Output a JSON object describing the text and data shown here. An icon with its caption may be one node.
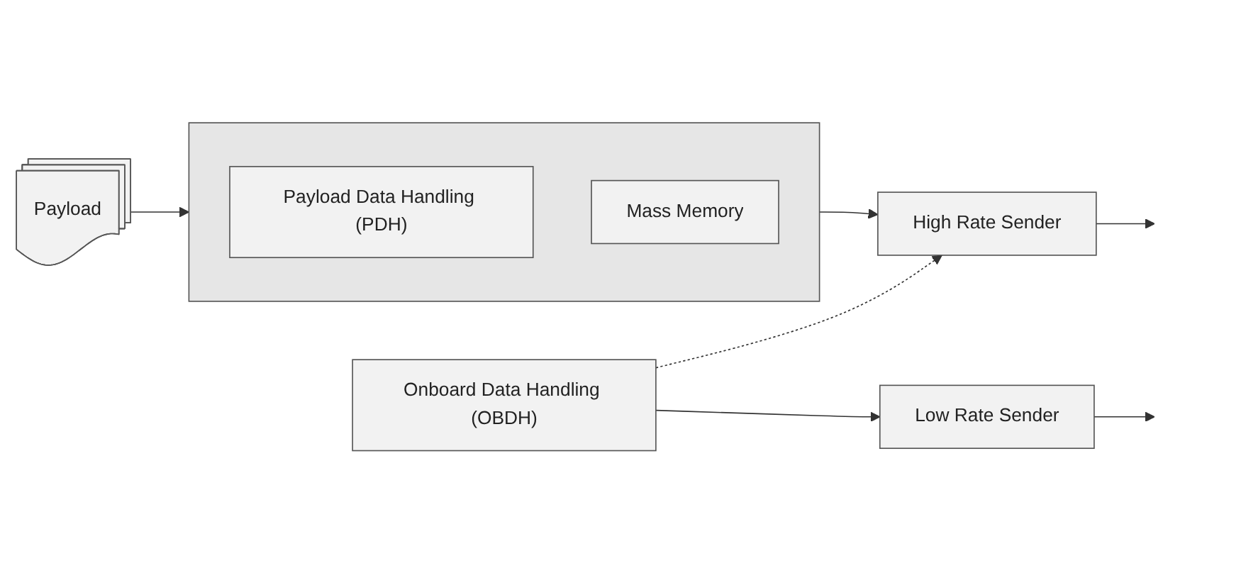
{
  "diagram": {
    "nodes": [
      {
        "text": [
          "Onboard Data Handling (OBDH)"
        ]
      },
      {
        "text": [
          "Low Rate Sender"
        ]
      },
      {
        "text": [
          "Payload"
        ]
      },
      {
        "text": [],
        "shape": "box"
      },
      {
        "text": [
          "Payload Data Handling (PDH)"
        ],
        "in": 3
      },
      {
        "text": [
          "Mass Memory"
        ],
        "in": 3
      },
      {
        "text": [
          "High Rate Sender"
        ]
      }
    ],
    "edges": [
      {
        "from": 0,
        "to": 1,
        "arrow": "to"
      },
      {
        "from": 1,
        "to": null,
        "arrow": "to"
      },
      {
        "from": 0,
        "to": 6,
        "arrow": "to",
        "style": "dashed"
      },
      {
        "from": 2,
        "to": 3,
        "arrow": "to"
      },
      {
        "from": 3,
        "to": 6,
        "arrow": "to"
      },
      {
        "from": 6,
        "to": null,
        "arrow": "to"
      }
    ]
  }
}
